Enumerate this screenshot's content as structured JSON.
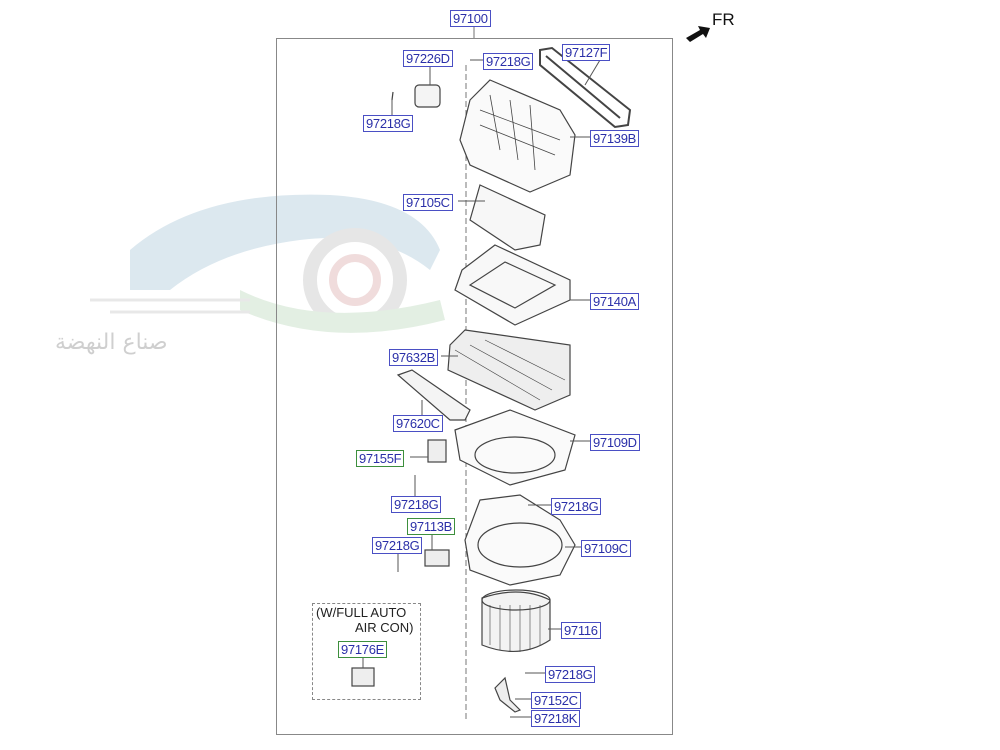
{
  "assembly_label": "97100",
  "direction_indicator": "FR",
  "watermark_text": "صناع النهضة",
  "option_note": {
    "line1": "(W/FULL AUTO",
    "line2": "AIR CON)"
  },
  "labels": {
    "p97226D": "97226D",
    "p97218G_top": "97218G",
    "p97127F": "97127F",
    "p97218G_left": "97218G",
    "p97139B": "97139B",
    "p97105C": "97105C",
    "p97140A": "97140A",
    "p97632B": "97632B",
    "p97620C": "97620C",
    "p97109D": "97109D",
    "p97155F": "97155F",
    "p97218G_mid_left": "97218G",
    "p97218G_mid_right": "97218G",
    "p97113B": "97113B",
    "p97218G_lower_left": "97218G",
    "p97109C": "97109C",
    "p97176E": "97176E",
    "p97116": "97116",
    "p97218G_bottom": "97218G",
    "p97152C": "97152C",
    "p97218K": "97218K"
  },
  "colors": {
    "label_border": "#4a4fc4",
    "label_text": "#2a2fa8",
    "option_border": "#3d8f3d"
  }
}
